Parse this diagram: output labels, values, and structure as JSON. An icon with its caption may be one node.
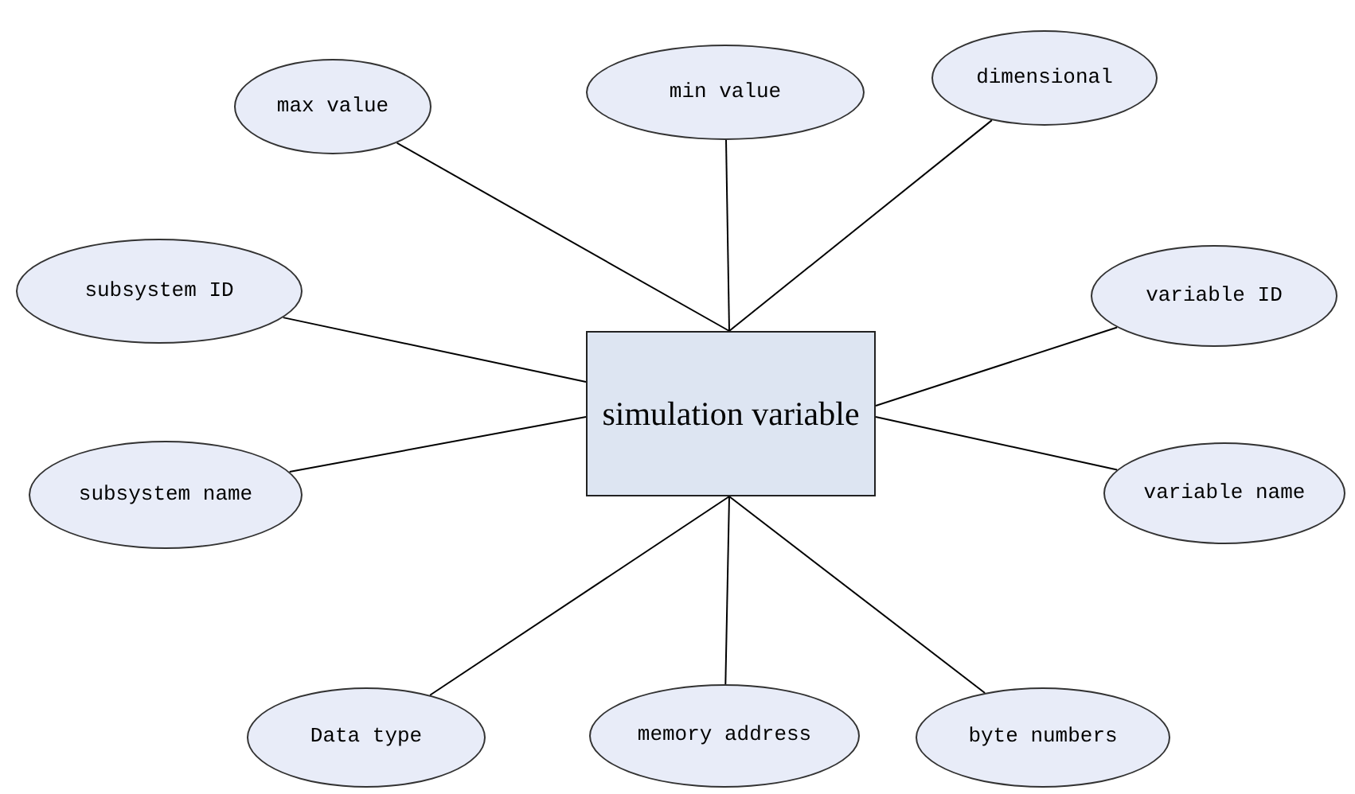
{
  "diagram": {
    "nodes": [
      {
        "text": [
          "simulation variable"
        ]
      },
      {
        "text": [
          "max value"
        ]
      },
      {
        "text": [
          "min value"
        ]
      },
      {
        "text": [
          "dimensional"
        ]
      },
      {
        "text": [
          "subsystem ID"
        ]
      },
      {
        "text": [
          "variable ID"
        ]
      },
      {
        "text": [
          "subsystem name"
        ]
      },
      {
        "text": [
          "variable name"
        ]
      },
      {
        "text": [
          "Data type"
        ]
      },
      {
        "text": [
          "memory address"
        ]
      },
      {
        "text": [
          "byte numbers"
        ]
      }
    ],
    "edges": [
      {
        "from": 0,
        "to": 1,
        "arrow": "none"
      },
      {
        "from": 0,
        "to": 2,
        "arrow": "none"
      },
      {
        "from": 0,
        "to": 3,
        "arrow": "none"
      },
      {
        "from": 0,
        "to": 4,
        "arrow": "none"
      },
      {
        "from": 0,
        "to": 5,
        "arrow": "none"
      },
      {
        "from": 0,
        "to": 6,
        "arrow": "none"
      },
      {
        "from": 0,
        "to": 7,
        "arrow": "none"
      },
      {
        "from": 0,
        "to": 8,
        "arrow": "none"
      },
      {
        "from": 0,
        "to": 9,
        "arrow": "none"
      },
      {
        "from": 0,
        "to": 10,
        "arrow": "none"
      }
    ]
  }
}
